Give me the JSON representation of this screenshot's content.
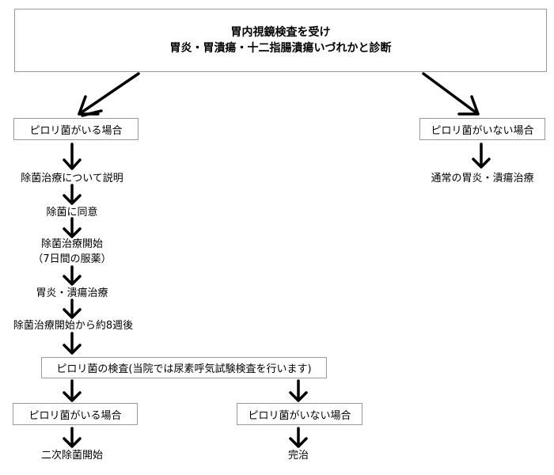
{
  "top": {
    "line1": "胃内視鏡検査を受け",
    "line2": "胃炎・胃潰瘍・十二指腸潰瘍いづれかと診断"
  },
  "left_branch": {
    "label": "ピロリ菌がいる場合"
  },
  "right_branch": {
    "label": "ピロリ菌がいない場合",
    "result": "通常の胃炎・潰瘍治療"
  },
  "steps": {
    "explain": "除菌治療について説明",
    "consent": "除菌に同意",
    "start_line1": "除菌治療開始",
    "start_line2": "（7日間の服薬）",
    "treat": "胃炎・潰瘍治療",
    "weeks": "除菌治療開始から約8週後"
  },
  "test": {
    "label": "ピロリ菌の検査(当院では尿素呼気試験検査を行います)"
  },
  "result_positive": {
    "label": "ピロリ菌がいる場合",
    "next": "二次除菌開始"
  },
  "result_negative": {
    "label": "ピロリ菌がいない場合",
    "next": "完治"
  }
}
